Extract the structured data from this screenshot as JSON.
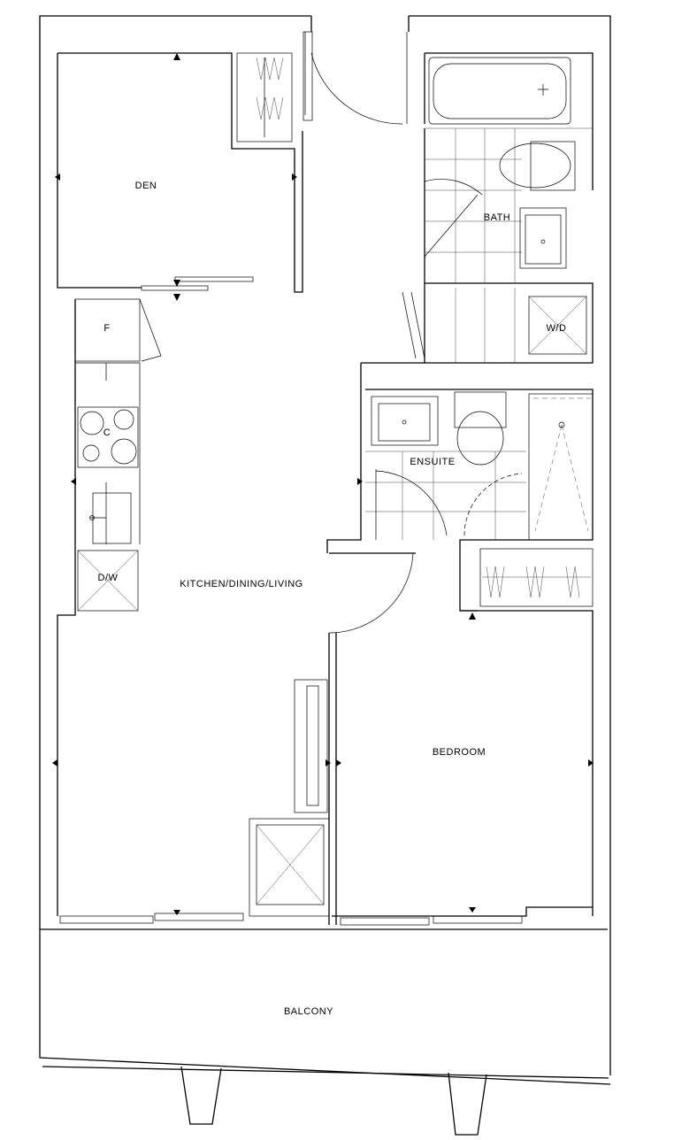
{
  "floorplan": {
    "rooms": {
      "den": "DEN",
      "bath": "BATH",
      "fridge": "F",
      "cooktop": "C",
      "washer_dryer": "W/D",
      "ensuite": "ENSUITE",
      "dishwasher": "D/W",
      "kitchen_dining_living": "KITCHEN/DINING/LIVING",
      "bedroom": "BEDROOM",
      "balcony": "BALCONY"
    }
  }
}
